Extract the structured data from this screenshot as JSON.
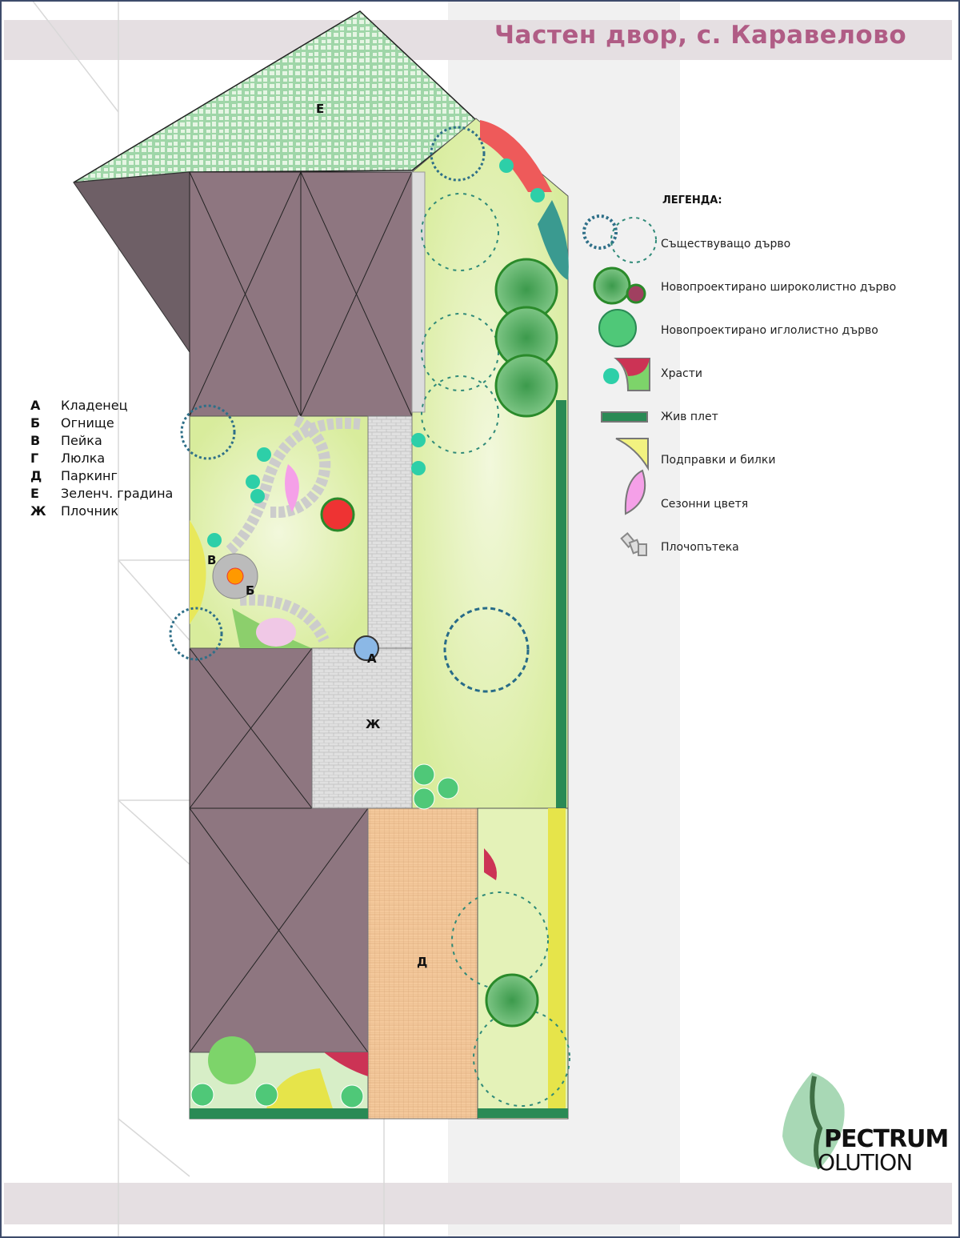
{
  "title": "Частен двор, с. Каравелово",
  "legend": {
    "heading": "ЛЕГЕНДА:",
    "items": [
      {
        "label": "Съществуващо дърво",
        "icon": "existing-tree-icon"
      },
      {
        "label": "Новопроектирано широколистно дърво",
        "icon": "deciduous-tree-icon"
      },
      {
        "label": "Новопроектирано иглолистно дърво",
        "icon": "conifer-tree-icon"
      },
      {
        "label": "Храсти",
        "icon": "shrubs-icon"
      },
      {
        "label": "Жив плет",
        "icon": "hedge-icon"
      },
      {
        "label": "Подправки и билки",
        "icon": "herbs-icon"
      },
      {
        "label": "Сезонни цветя",
        "icon": "seasonal-flowers-icon"
      },
      {
        "label": "Плочопътека",
        "icon": "stepping-path-icon"
      }
    ]
  },
  "key": [
    {
      "letter": "А",
      "label": "Кладенец"
    },
    {
      "letter": "Б",
      "label": "Огнище"
    },
    {
      "letter": "В",
      "label": "Пейка"
    },
    {
      "letter": "Г",
      "label": "Люлка"
    },
    {
      "letter": "Д",
      "label": "Паркинг"
    },
    {
      "letter": "Е",
      "label": "Зеленч. градина"
    },
    {
      "letter": "Ж",
      "label": "Плочник"
    }
  ],
  "plan_labels": {
    "well": "А",
    "firepit": "Б",
    "bench": "В",
    "parking": "Д",
    "vegetable_garden": "Е",
    "pavement": "Ж"
  },
  "logo": {
    "line1": "PECTRUM",
    "line2": "OLUTION",
    "initial": "S"
  },
  "colors": {
    "title": "#b05c85",
    "roof": "#8e7680",
    "lawn": "#e6f3bd",
    "hedge": "#2a8a55",
    "parking": "#f4c99c"
  }
}
